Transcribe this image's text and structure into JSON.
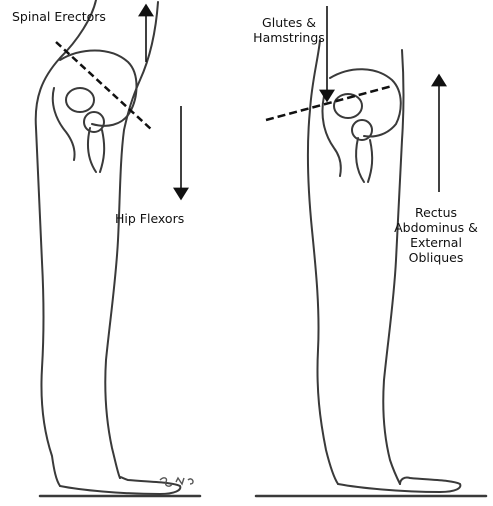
{
  "labels": {
    "spinal_erectors": "Spinal Erectors",
    "hip_flexors": "Hip Flexors",
    "glutes_line1": "Glutes &",
    "glutes_line2": "Hamstrings",
    "rectus_line1": "Rectus",
    "rectus_line2": "Abdominus &",
    "rectus_line3": "External",
    "rectus_line4": "Obliques"
  },
  "signature_text": "Sme",
  "colors": {
    "ink": "#111111",
    "sketch": "#3a3a3a",
    "background": "#ffffff"
  }
}
